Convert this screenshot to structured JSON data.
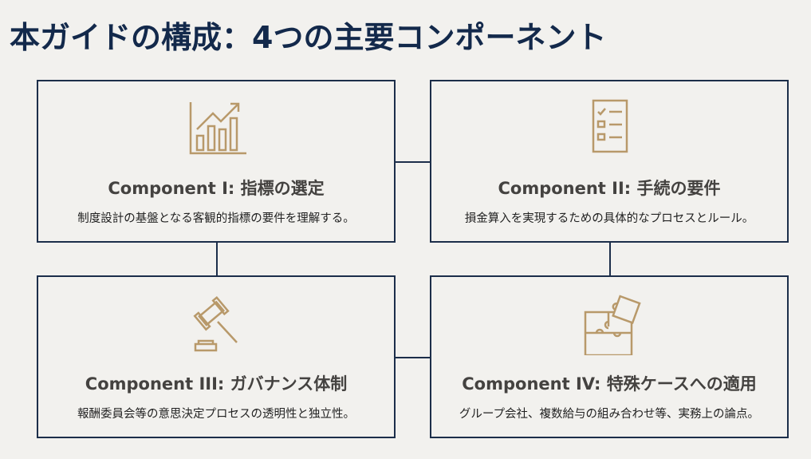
{
  "title": "本ガイドの構成：4つの主要コンポーネント",
  "colors": {
    "border": "#1c2e4a",
    "icon": "#b8996a",
    "title": "#13294b"
  },
  "components": [
    {
      "icon": "bar-chart-growth-icon",
      "heading": "Component I: 指標の選定",
      "description": "制度設計の基盤となる客観的指標の要件を理解する。"
    },
    {
      "icon": "checklist-icon",
      "heading": "Component II: 手続の要件",
      "description": "損金算入を実現するための具体的なプロセスとルール。"
    },
    {
      "icon": "gavel-icon",
      "heading": "Component III: ガバナンス体制",
      "description": "報酬委員会等の意思決定プロセスの透明性と独立性。"
    },
    {
      "icon": "puzzle-icon",
      "heading": "Component IV: 特殊ケースへの適用",
      "description": "グループ会社、複数給与の組み合わせ等、実務上の論点。"
    }
  ]
}
